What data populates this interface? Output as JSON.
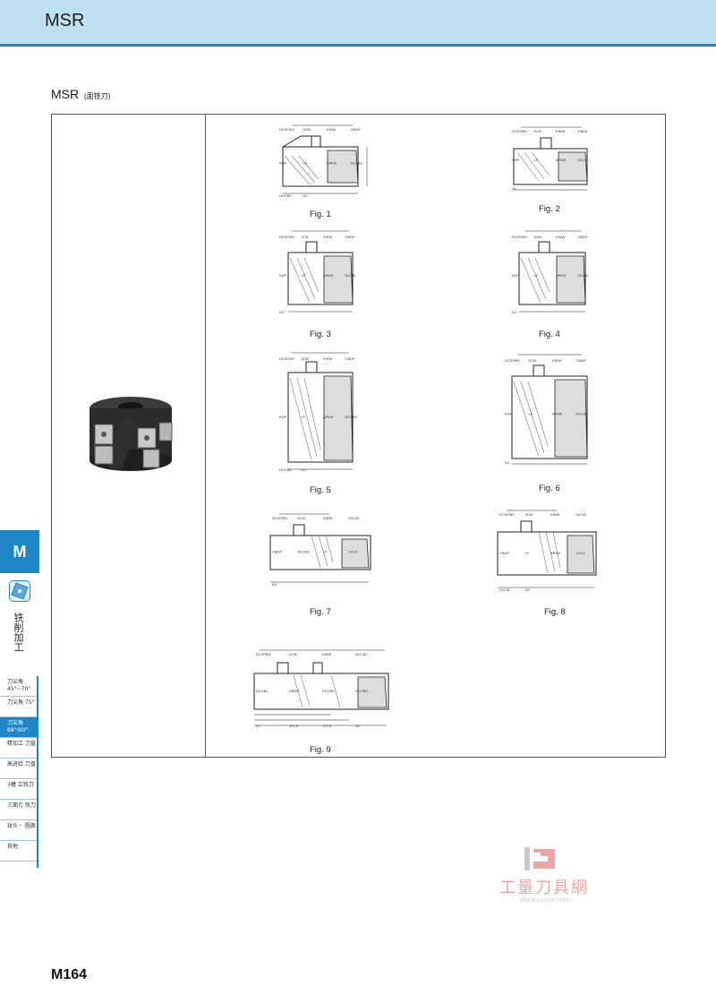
{
  "header": {
    "title": "MSR"
  },
  "section": {
    "title": "MSR",
    "subtitle": "(面铣刀)"
  },
  "figures": [
    {
      "label": "Fig. 1",
      "dims": [
        "DCSFMS",
        "DCB",
        "KWW",
        "CBDP",
        "KDP",
        "LF",
        "APMX",
        "DCCB2",
        "DCCB1",
        "DC"
      ]
    },
    {
      "label": "Fig. 2",
      "dims": [
        "DCSFMS",
        "DCB",
        "KWW",
        "CBDP",
        "KDP",
        "LF",
        "APMX",
        "DCCB",
        "DC"
      ]
    },
    {
      "label": "Fig. 3",
      "dims": [
        "DCSFMS",
        "DCB",
        "KWW",
        "CBDP",
        "KDP",
        "LF",
        "APMX",
        "DCCB",
        "DC"
      ]
    },
    {
      "label": "Fig. 4",
      "dims": [
        "DCSFMS",
        "DCB",
        "KWW",
        "CBDP",
        "KDP",
        "LF",
        "APMX",
        "DCCB",
        "DC"
      ]
    },
    {
      "label": "Fig. 5",
      "dims": [
        "DCSFMS",
        "DCB",
        "KWW",
        "CBDP",
        "KDP",
        "LF",
        "APMX",
        "DCCB2",
        "DCCB1",
        "DC"
      ]
    },
    {
      "label": "Fig. 6",
      "dims": [
        "DCSFMS",
        "DCB",
        "KWW",
        "CBDP",
        "KDP",
        "LF",
        "APMX",
        "DCCB",
        "DC"
      ]
    },
    {
      "label": "Fig. 7",
      "dims": [
        "DCSFMS",
        "DCB",
        "KWW",
        "DCCB",
        "CBDP",
        "DCCB1",
        "LF",
        "101.6",
        "DC"
      ]
    },
    {
      "label": "Fig. 8",
      "dims": [
        "DCSFMS",
        "DCB",
        "KWW",
        "DCCB",
        "CBDP",
        "LF",
        "APMX",
        "101.6",
        "DCCB",
        "DC"
      ]
    },
    {
      "label": "Fig. 9",
      "dims": [
        "DCSFMS",
        "DCB",
        "KWW",
        "DCCB1",
        "DCCB1",
        "CBDP",
        "DCCB2",
        "DCCB3",
        "LF",
        "101.6",
        "177.8",
        "DC"
      ]
    }
  ],
  "side": {
    "tab_letter": "M",
    "vertical_label": "铣削加工",
    "menu": [
      {
        "label": "刀尖角 45°~70°",
        "active": false
      },
      {
        "label": "刀尖角 75°",
        "active": false
      },
      {
        "label": "刀尖角 88°/90°",
        "active": true
      },
      {
        "label": "精加工 刀盘",
        "active": false
      },
      {
        "label": "高进给 刀盘",
        "active": false
      },
      {
        "label": "3槽 立铣刀",
        "active": false
      },
      {
        "label": "三面刃 铣刀",
        "active": false
      },
      {
        "label": "球头・ 圆鼻",
        "active": false
      },
      {
        "label": "其他",
        "active": false
      }
    ]
  },
  "watermark": {
    "text": "工量刀具網",
    "url": "WWW.GLRJW.COM"
  },
  "page": {
    "number": "M164"
  },
  "colors": {
    "accent": "#1e86c6",
    "header_bg": "#bfe0ef",
    "active_bg": "#1e86c6"
  }
}
